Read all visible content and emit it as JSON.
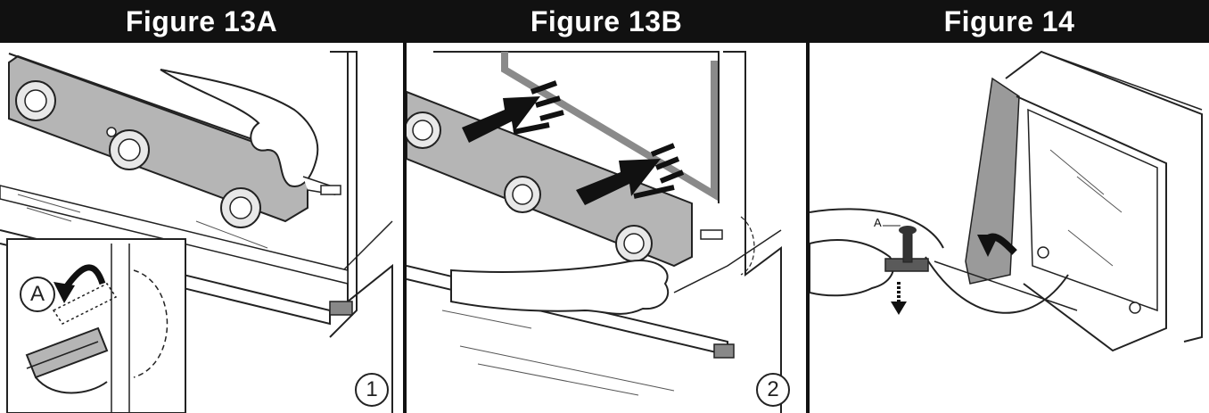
{
  "panels": [
    {
      "title": "Figure 13A",
      "step": "1",
      "inset_label": "A"
    },
    {
      "title": "Figure 13B",
      "step": "2"
    },
    {
      "title": "Figure 14",
      "callout_label": "A"
    }
  ],
  "colors": {
    "header_bg": "#111111",
    "header_text": "#ffffff",
    "line": "#222222",
    "panel_gray": "#b5b5b5",
    "dark_gray": "#5a5a5a"
  }
}
